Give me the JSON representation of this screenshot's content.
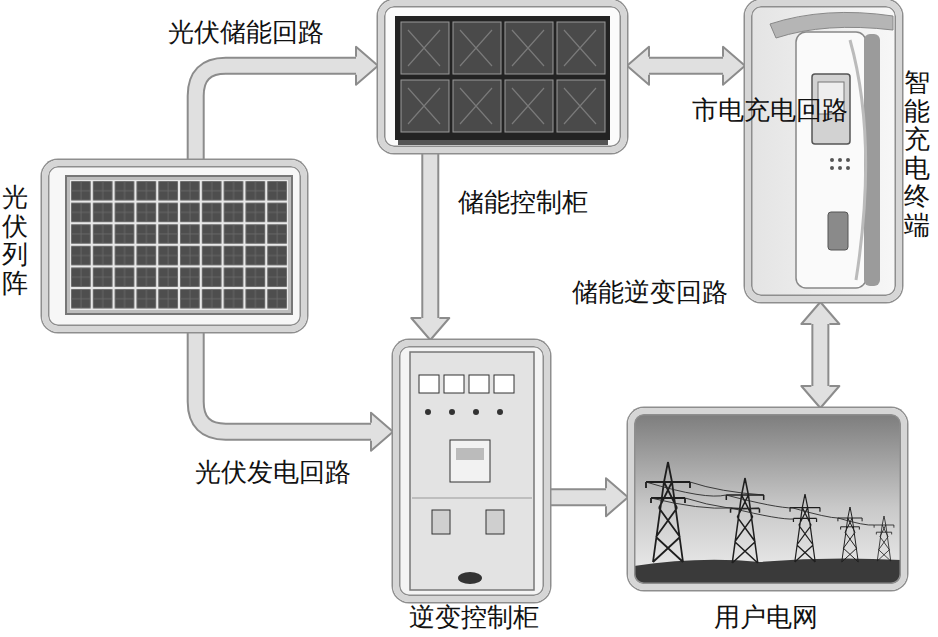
{
  "diagram": {
    "nodes": [
      {
        "text": [
          "光伏列阵"
        ]
      },
      {
        "text": [
          "储能控制柜"
        ]
      },
      {
        "text": [
          "智能充电终端"
        ]
      },
      {
        "text": [
          "逆变控制柜"
        ]
      },
      {
        "text": [
          "用户电网"
        ]
      }
    ],
    "edges": [
      {
        "from": 0,
        "to": 1,
        "label": "光伏储能回路",
        "arrow": "to"
      },
      {
        "from": 0,
        "to": 3,
        "label": "光伏发电回路",
        "arrow": "to"
      },
      {
        "from": 1,
        "to": 3,
        "arrow": "to"
      },
      {
        "from": 1,
        "to": 2,
        "label": "市电充电回路",
        "arrow": "both"
      },
      {
        "from": 3,
        "to": 4,
        "label": "储能逆变回路",
        "arrow": "to"
      },
      {
        "from": 2,
        "to": 4,
        "arrow": "both"
      }
    ]
  }
}
